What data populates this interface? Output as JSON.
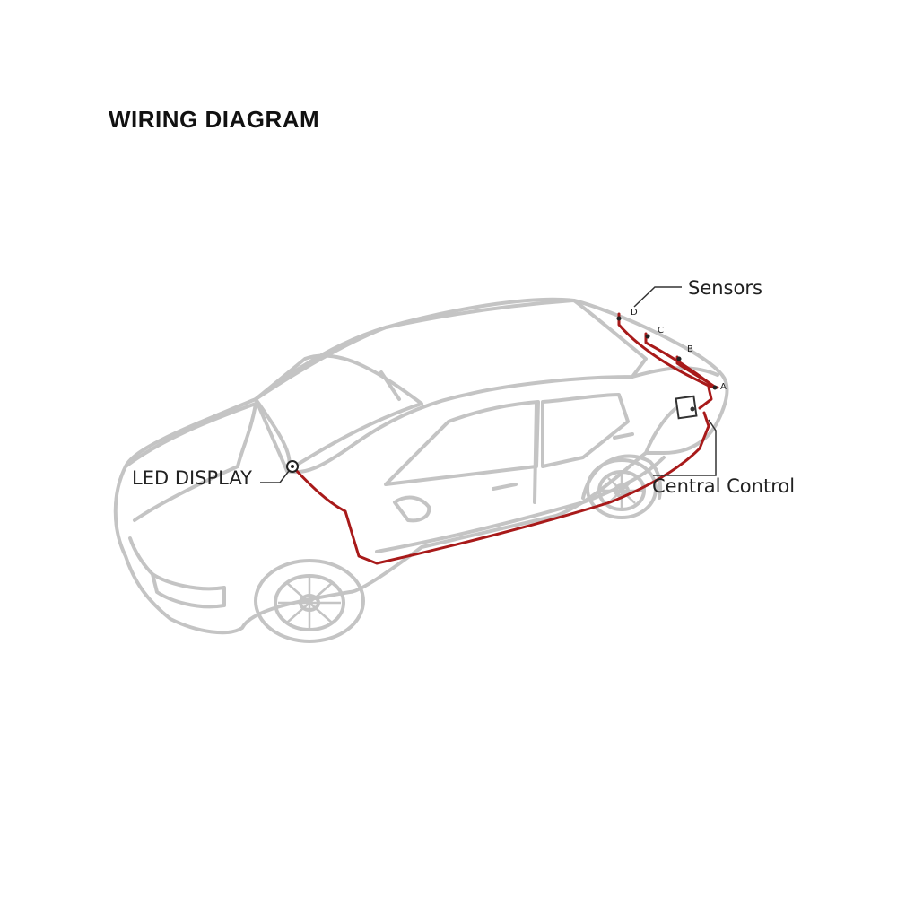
{
  "title": "WIRING DIAGRAM",
  "labels": {
    "sensors": "Sensors",
    "led_display": "LED DISPLAY",
    "central_control": "Central Control"
  },
  "sensor_letters": [
    "A",
    "B",
    "C",
    "D"
  ],
  "colors": {
    "car_outline": "#c4c4c4",
    "wire": "#a81a1a",
    "leader_line": "#333333",
    "title": "#111111"
  }
}
